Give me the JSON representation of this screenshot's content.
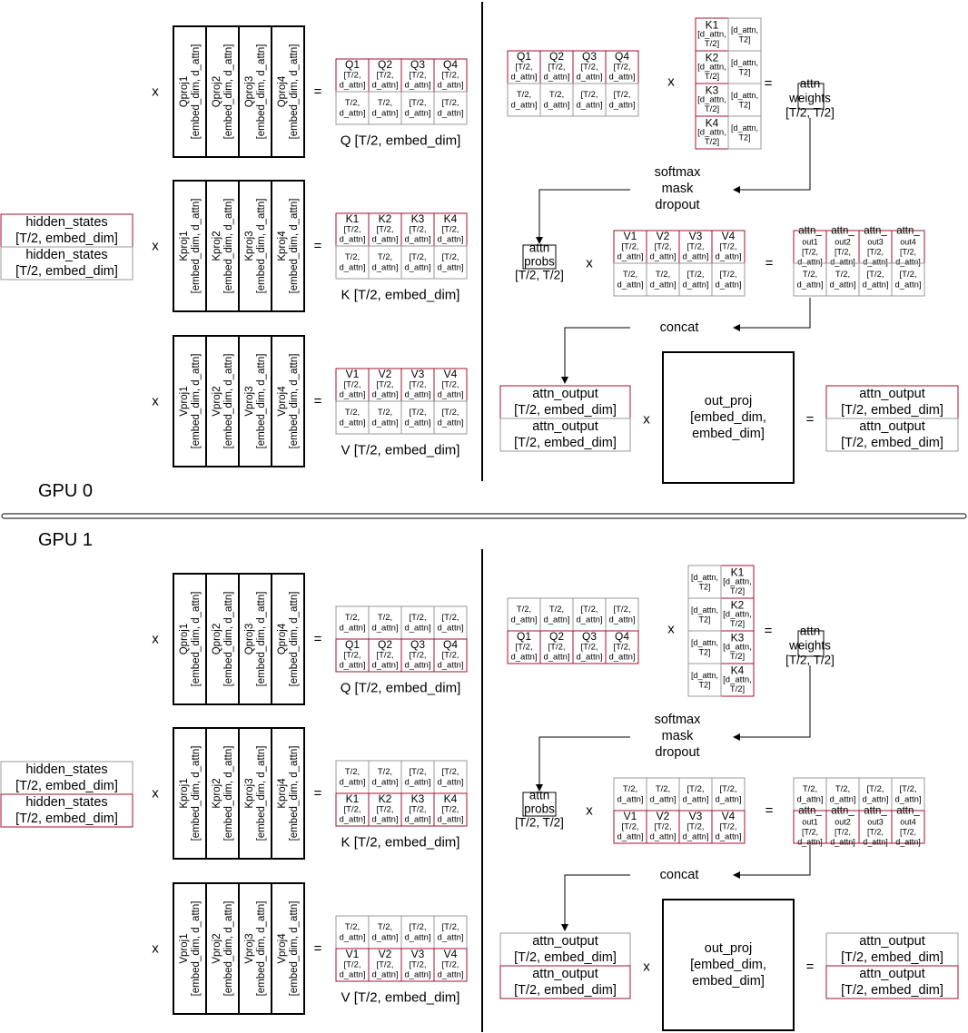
{
  "gpus": [
    {
      "label": "GPU 0",
      "active": 0,
      "hidden_states": [
        "hidden_states",
        "[T/2, embed_dim]"
      ],
      "ops": {
        "times": "x",
        "equals": "="
      },
      "projections": [
        {
          "key": "q",
          "columns": [
            [
              "Qproj1",
              "[embed_dim, d_attn]"
            ],
            [
              "Qproj2",
              "[embed_dim, d_attn]"
            ],
            [
              "Qproj3",
              "[embed_dim, d_attn]"
            ],
            [
              "Qproj4",
              "[embed_dim, d_attn]"
            ]
          ],
          "result_cells": [
            [
              "Q1",
              "[T/2,",
              "d_attn]"
            ],
            [
              "Q2",
              "[T/2,",
              "d_attn]"
            ],
            [
              "Q3",
              "[T/2,",
              "d_attn]"
            ],
            [
              "Q4",
              "[T/2,",
              "d_attn]"
            ]
          ],
          "inactive_cells": [
            [
              "T/2,",
              "d_attn]"
            ],
            [
              "T/2,",
              "d_attn]"
            ],
            [
              "[T/2,",
              "d_attn]"
            ],
            [
              "[T/2,",
              "d_attn]"
            ]
          ],
          "caption": "Q [T/2, embed_dim]"
        },
        {
          "key": "k",
          "columns": [
            [
              "Kproj1",
              "[embed_dim, d_attn]"
            ],
            [
              "Kproj2",
              "[embed_dim, d_attn]"
            ],
            [
              "Kproj3",
              "[embed_dim, d_attn]"
            ],
            [
              "Kproj4",
              "[embed_dim, d_attn]"
            ]
          ],
          "result_cells": [
            [
              "K1",
              "[T/2,",
              "d_attn]"
            ],
            [
              "K2",
              "[T/2,",
              "d_attn]"
            ],
            [
              "K3",
              "[T/2,",
              "d_attn]"
            ],
            [
              "K4",
              "[T/2,",
              "d_attn]"
            ]
          ],
          "inactive_cells": [
            [
              "T/2,",
              "d_attn]"
            ],
            [
              "T/2,",
              "d_attn]"
            ],
            [
              "[T/2,",
              "d_attn]"
            ],
            [
              "[T/2,",
              "d_attn]"
            ]
          ],
          "caption": "K [T/2, embed_dim]"
        },
        {
          "key": "v",
          "columns": [
            [
              "Vproj1",
              "[embed_dim, d_attn]"
            ],
            [
              "Vproj2",
              "[embed_dim, d_attn]"
            ],
            [
              "Vproj3",
              "[embed_dim, d_attn]"
            ],
            [
              "Vproj4",
              "[embed_dim, d_attn]"
            ]
          ],
          "result_cells": [
            [
              "V1",
              "[T/2,",
              "d_attn]"
            ],
            [
              "V2",
              "[T/2,",
              "d_attn]"
            ],
            [
              "V3",
              "[T/2,",
              "d_attn]"
            ],
            [
              "V4",
              "[T/2,",
              "d_attn]"
            ]
          ],
          "inactive_cells": [
            [
              "T/2,",
              "d_attn]"
            ],
            [
              "T/2,",
              "d_attn]"
            ],
            [
              "[T/2,",
              "d_attn]"
            ],
            [
              "[T/2,",
              "d_attn]"
            ]
          ],
          "caption": "V [T/2, embed_dim]"
        }
      ],
      "attention": {
        "q_cells": [
          [
            "Q1",
            "[T/2,",
            "d_attn]"
          ],
          [
            "Q2",
            "[T/2,",
            "d_attn]"
          ],
          [
            "Q3",
            "[T/2,",
            "d_attn]"
          ],
          [
            "Q4",
            "[T/2,",
            "d_attn]"
          ]
        ],
        "q_inactive": [
          [
            "T/2,",
            "d_attn]"
          ],
          [
            "T/2,",
            "d_attn]"
          ],
          [
            "[T/2,",
            "d_attn]"
          ],
          [
            "[T/2,",
            "d_attn]"
          ]
        ],
        "kt_cells": [
          [
            "K1",
            "[d_attn,",
            "T/2]"
          ],
          [
            "K2",
            "[d_attn,",
            "T/2]"
          ],
          [
            "K3",
            "[d_attn,",
            "T/2]"
          ],
          [
            "K4",
            "[d_attn,",
            "T/2]"
          ]
        ],
        "kt_inactive": [
          [
            "[d_attn,",
            "T2]"
          ],
          [
            "[d_attn,",
            "T2]"
          ],
          [
            "[d_attn,",
            "T2]"
          ],
          [
            "[d_attn,",
            "T2]"
          ]
        ],
        "attn_weights": [
          "attn",
          "weights",
          "[T/2, T/2]"
        ],
        "softmax": [
          "softmax",
          "mask",
          "dropout"
        ],
        "attn_probs": [
          "attn",
          "probs",
          "[T/2, T/2]"
        ],
        "v_cells": [
          [
            "V1",
            "[T/2,",
            "d_attn]"
          ],
          [
            "V2",
            "[T/2,",
            "d_attn]"
          ],
          [
            "V3",
            "[T/2,",
            "d_attn]"
          ],
          [
            "V4",
            "[T/2,",
            "d_attn]"
          ]
        ],
        "v_inactive": [
          [
            "T/2,",
            "d_attn]"
          ],
          [
            "T/2,",
            "d_attn]"
          ],
          [
            "[T/2,",
            "d_attn]"
          ],
          [
            "[T/2,",
            "d_attn]"
          ]
        ],
        "out_cells": [
          [
            "attn_",
            "out1",
            "[T/2,",
            "d_attn]"
          ],
          [
            "attn_",
            "out2",
            "[T/2,",
            "d_attn]"
          ],
          [
            "attn_",
            "out3",
            "[T/2,",
            "d_attn]"
          ],
          [
            "attn_",
            "out4",
            "[T/2,",
            "d_attn]"
          ]
        ],
        "out_inactive": [
          [
            "T/2,",
            "d_attn]"
          ],
          [
            "T/2,",
            "d_attn]"
          ],
          [
            "[T/2,",
            "d_attn]"
          ],
          [
            "[T/2,",
            "d_attn]"
          ]
        ],
        "concat": "concat",
        "attn_output": [
          "attn_output",
          "[T/2, embed_dim]"
        ],
        "out_proj": [
          "out_proj",
          "[embed_dim,",
          "embed_dim]"
        ]
      }
    },
    {
      "label": "GPU 1",
      "active": 1,
      "hidden_states": [
        "hidden_states",
        "[T/2, embed_dim]"
      ],
      "ops": {
        "times": "x",
        "equals": "="
      },
      "projections": [
        {
          "key": "q",
          "columns": [
            [
              "Qproj1",
              "[embed_dim, d_attn]"
            ],
            [
              "Qproj2",
              "[embed_dim, d_attn]"
            ],
            [
              "Qproj3",
              "[embed_dim, d_attn]"
            ],
            [
              "Qproj4",
              "[embed_dim, d_attn]"
            ]
          ],
          "result_cells": [
            [
              "Q1",
              "[T/2,",
              "d_attn]"
            ],
            [
              "Q2",
              "[T/2,",
              "d_attn]"
            ],
            [
              "Q3",
              "[T/2,",
              "d_attn]"
            ],
            [
              "Q4",
              "[T/2,",
              "d_attn]"
            ]
          ],
          "inactive_cells": [
            [
              "T/2,",
              "d_attn]"
            ],
            [
              "T/2,",
              "d_attn]"
            ],
            [
              "[T/2,",
              "d_attn]"
            ],
            [
              "[T/2,",
              "d_attn]"
            ]
          ],
          "caption": "Q [T/2, embed_dim]"
        },
        {
          "key": "k",
          "columns": [
            [
              "Kproj1",
              "[embed_dim, d_attn]"
            ],
            [
              "Kproj2",
              "[embed_dim, d_attn]"
            ],
            [
              "Kproj3",
              "[embed_dim, d_attn]"
            ],
            [
              "Kproj4",
              "[embed_dim, d_attn]"
            ]
          ],
          "result_cells": [
            [
              "K1",
              "[T/2,",
              "d_attn]"
            ],
            [
              "K2",
              "[T/2,",
              "d_attn]"
            ],
            [
              "K3",
              "[T/2,",
              "d_attn]"
            ],
            [
              "K4",
              "[T/2,",
              "d_attn]"
            ]
          ],
          "inactive_cells": [
            [
              "T/2,",
              "d_attn]"
            ],
            [
              "T/2,",
              "d_attn]"
            ],
            [
              "[T/2,",
              "d_attn]"
            ],
            [
              "[T/2,",
              "d_attn]"
            ]
          ],
          "caption": "K [T/2, embed_dim]"
        },
        {
          "key": "v",
          "columns": [
            [
              "Vproj1",
              "[embed_dim, d_attn]"
            ],
            [
              "Vproj2",
              "[embed_dim, d_attn]"
            ],
            [
              "Vproj3",
              "[embed_dim, d_attn]"
            ],
            [
              "Vproj4",
              "[embed_dim, d_attn]"
            ]
          ],
          "result_cells": [
            [
              "V1",
              "[T/2,",
              "d_attn]"
            ],
            [
              "V2",
              "[T/2,",
              "d_attn]"
            ],
            [
              "V3",
              "[T/2,",
              "d_attn]"
            ],
            [
              "V4",
              "[T/2,",
              "d_attn]"
            ]
          ],
          "inactive_cells": [
            [
              "T/2,",
              "d_attn]"
            ],
            [
              "T/2,",
              "d_attn]"
            ],
            [
              "[T/2,",
              "d_attn]"
            ],
            [
              "[T/2,",
              "d_attn]"
            ]
          ],
          "caption": "V [T/2, embed_dim]"
        }
      ],
      "attention": {
        "q_cells": [
          [
            "Q1",
            "[T/2,",
            "d_attn]"
          ],
          [
            "Q2",
            "[T/2,",
            "d_attn]"
          ],
          [
            "Q3",
            "[T/2,",
            "d_attn]"
          ],
          [
            "Q4",
            "[T/2,",
            "d_attn]"
          ]
        ],
        "q_inactive": [
          [
            "T/2,",
            "d_attn]"
          ],
          [
            "T/2,",
            "d_attn]"
          ],
          [
            "[T/2,",
            "d_attn]"
          ],
          [
            "[T/2,",
            "d_attn]"
          ]
        ],
        "kt_cells": [
          [
            "K1",
            "[d_attn,",
            "T/2]"
          ],
          [
            "K2",
            "[d_attn,",
            "T/2]"
          ],
          [
            "K3",
            "[d_attn,",
            "T/2]"
          ],
          [
            "K4",
            "[d_attn,",
            "T/2]"
          ]
        ],
        "kt_inactive": [
          [
            "[d_attn,",
            "T2]"
          ],
          [
            "[d_attn,",
            "T2]"
          ],
          [
            "[d_attn,",
            "T2]"
          ],
          [
            "[d_attn,",
            "T2]"
          ]
        ],
        "attn_weights": [
          "attn",
          "weights",
          "[T/2, T/2]"
        ],
        "softmax": [
          "softmax",
          "mask",
          "dropout"
        ],
        "attn_probs": [
          "attn",
          "probs",
          "[T/2, T/2]"
        ],
        "v_cells": [
          [
            "V1",
            "[T/2,",
            "d_attn]"
          ],
          [
            "V2",
            "[T/2,",
            "d_attn]"
          ],
          [
            "V3",
            "[T/2,",
            "d_attn]"
          ],
          [
            "V4",
            "[T/2,",
            "d_attn]"
          ]
        ],
        "v_inactive": [
          [
            "T/2,",
            "d_attn]"
          ],
          [
            "T/2,",
            "d_attn]"
          ],
          [
            "[T/2,",
            "d_attn]"
          ],
          [
            "[T/2,",
            "d_attn]"
          ]
        ],
        "out_cells": [
          [
            "attn_",
            "out1",
            "[T/2,",
            "d_attn]"
          ],
          [
            "attn_",
            "out2",
            "[T/2,",
            "d_attn]"
          ],
          [
            "attn_",
            "out3",
            "[T/2,",
            "d_attn]"
          ],
          [
            "attn_",
            "out4",
            "[T/2,",
            "d_attn]"
          ]
        ],
        "out_inactive": [
          [
            "T/2,",
            "d_attn]"
          ],
          [
            "T/2,",
            "d_attn]"
          ],
          [
            "[T/2,",
            "d_attn]"
          ],
          [
            "[T/2,",
            "d_attn]"
          ]
        ],
        "concat": "concat",
        "attn_output": [
          "attn_output",
          "[T/2, embed_dim]"
        ],
        "out_proj": [
          "out_proj",
          "[embed_dim,",
          "embed_dim]"
        ]
      }
    }
  ],
  "colors": {
    "active": "#a50f2d",
    "inactive": "#999999",
    "line": "#000000"
  }
}
